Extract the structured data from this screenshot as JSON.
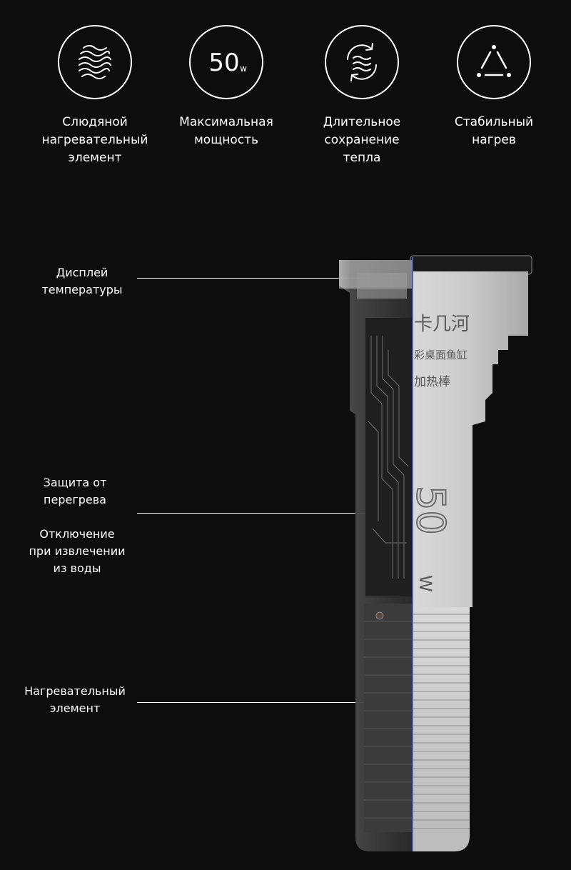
{
  "features": [
    {
      "icon": "waves-icon",
      "label": "Слюдяной\nнагревательный\nэлемент"
    },
    {
      "icon": "power-50w-icon",
      "label": "Максимальная\nмощность",
      "badge_value": "50",
      "badge_unit": "w"
    },
    {
      "icon": "cycle-waves-icon",
      "label": "Длительное\nсохранение\nтепла"
    },
    {
      "icon": "triangle-nodes-icon",
      "label": "Стабильный\nнагрев"
    }
  ],
  "callouts": [
    {
      "name": "display",
      "text": "Дисплей\nтемпературы"
    },
    {
      "name": "protection",
      "text": "Защита от\nперегрева"
    },
    {
      "name": "auto-off",
      "text": "Отключение\nпри извлечении\nиз воды"
    },
    {
      "name": "heating-element",
      "text": "Нагревательный\nэлемент"
    }
  ],
  "device": {
    "brand_text": "卡几河",
    "line1": "彩桌面鱼缸",
    "line2": "加热棒",
    "power": "50",
    "power_unit": "W"
  }
}
